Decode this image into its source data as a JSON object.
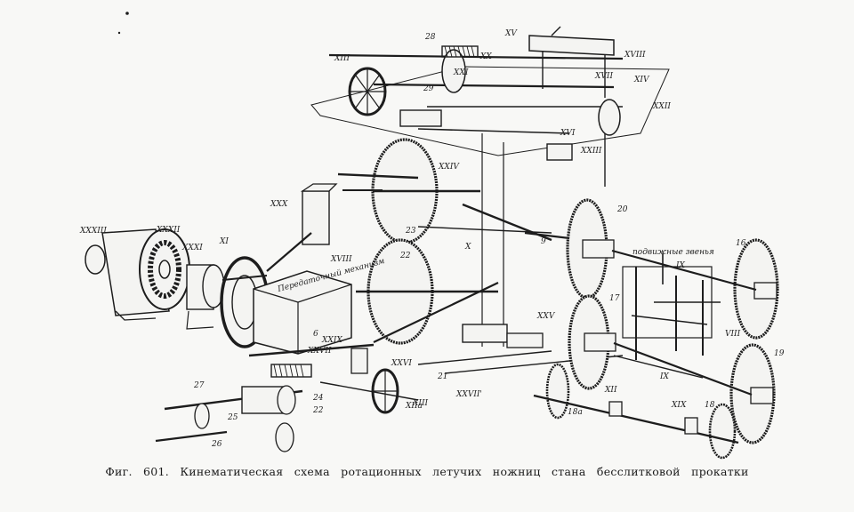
{
  "figure": {
    "caption": "Фиг. 601. Кинематическая схема ротационных летучих ножниц стана бесслитковой прокатки",
    "inscriptions": {
      "box_label": "Передаточный механизм",
      "box_number": "6",
      "mechanism_label": "подвижные звенья"
    },
    "labels": {
      "XXXIII": "XXXIII",
      "XXXII": "XXXII",
      "XXXI": "XXXI",
      "XI": "XI",
      "XXX": "XXX",
      "XVIII_a": "XVIII",
      "XXIX": "XXIX",
      "XXVII": "XXVII",
      "XXIV": "XXIV",
      "XXV": "XXV",
      "XXVI": "XXVI",
      "XXVII_prime": "XXVII'",
      "XIII": "XIII",
      "X": "X",
      "IX": "IX",
      "VIII": "VIII",
      "XII": "XII",
      "XIX": "XIX",
      "XV": "XV",
      "XX": "XX",
      "XXI": "XXI",
      "XIII_a": "XIII",
      "XVII": "XVII",
      "XVIII": "XVIII",
      "XXII": "XXII",
      "XVI": "XVI",
      "XXIII": "XXIII",
      "XIV": "XIV",
      "XIIa": "XIIa",
      "n27": "27",
      "n26": "26",
      "n25": "25",
      "n24": "24",
      "n22": "22",
      "n23": "23",
      "n21": "21",
      "n20": "20",
      "n17": "17",
      "n18": "18",
      "n18a": "18a",
      "n19": "19",
      "n16": "16",
      "n28": "28",
      "n29": "29",
      "n9": "9"
    }
  }
}
